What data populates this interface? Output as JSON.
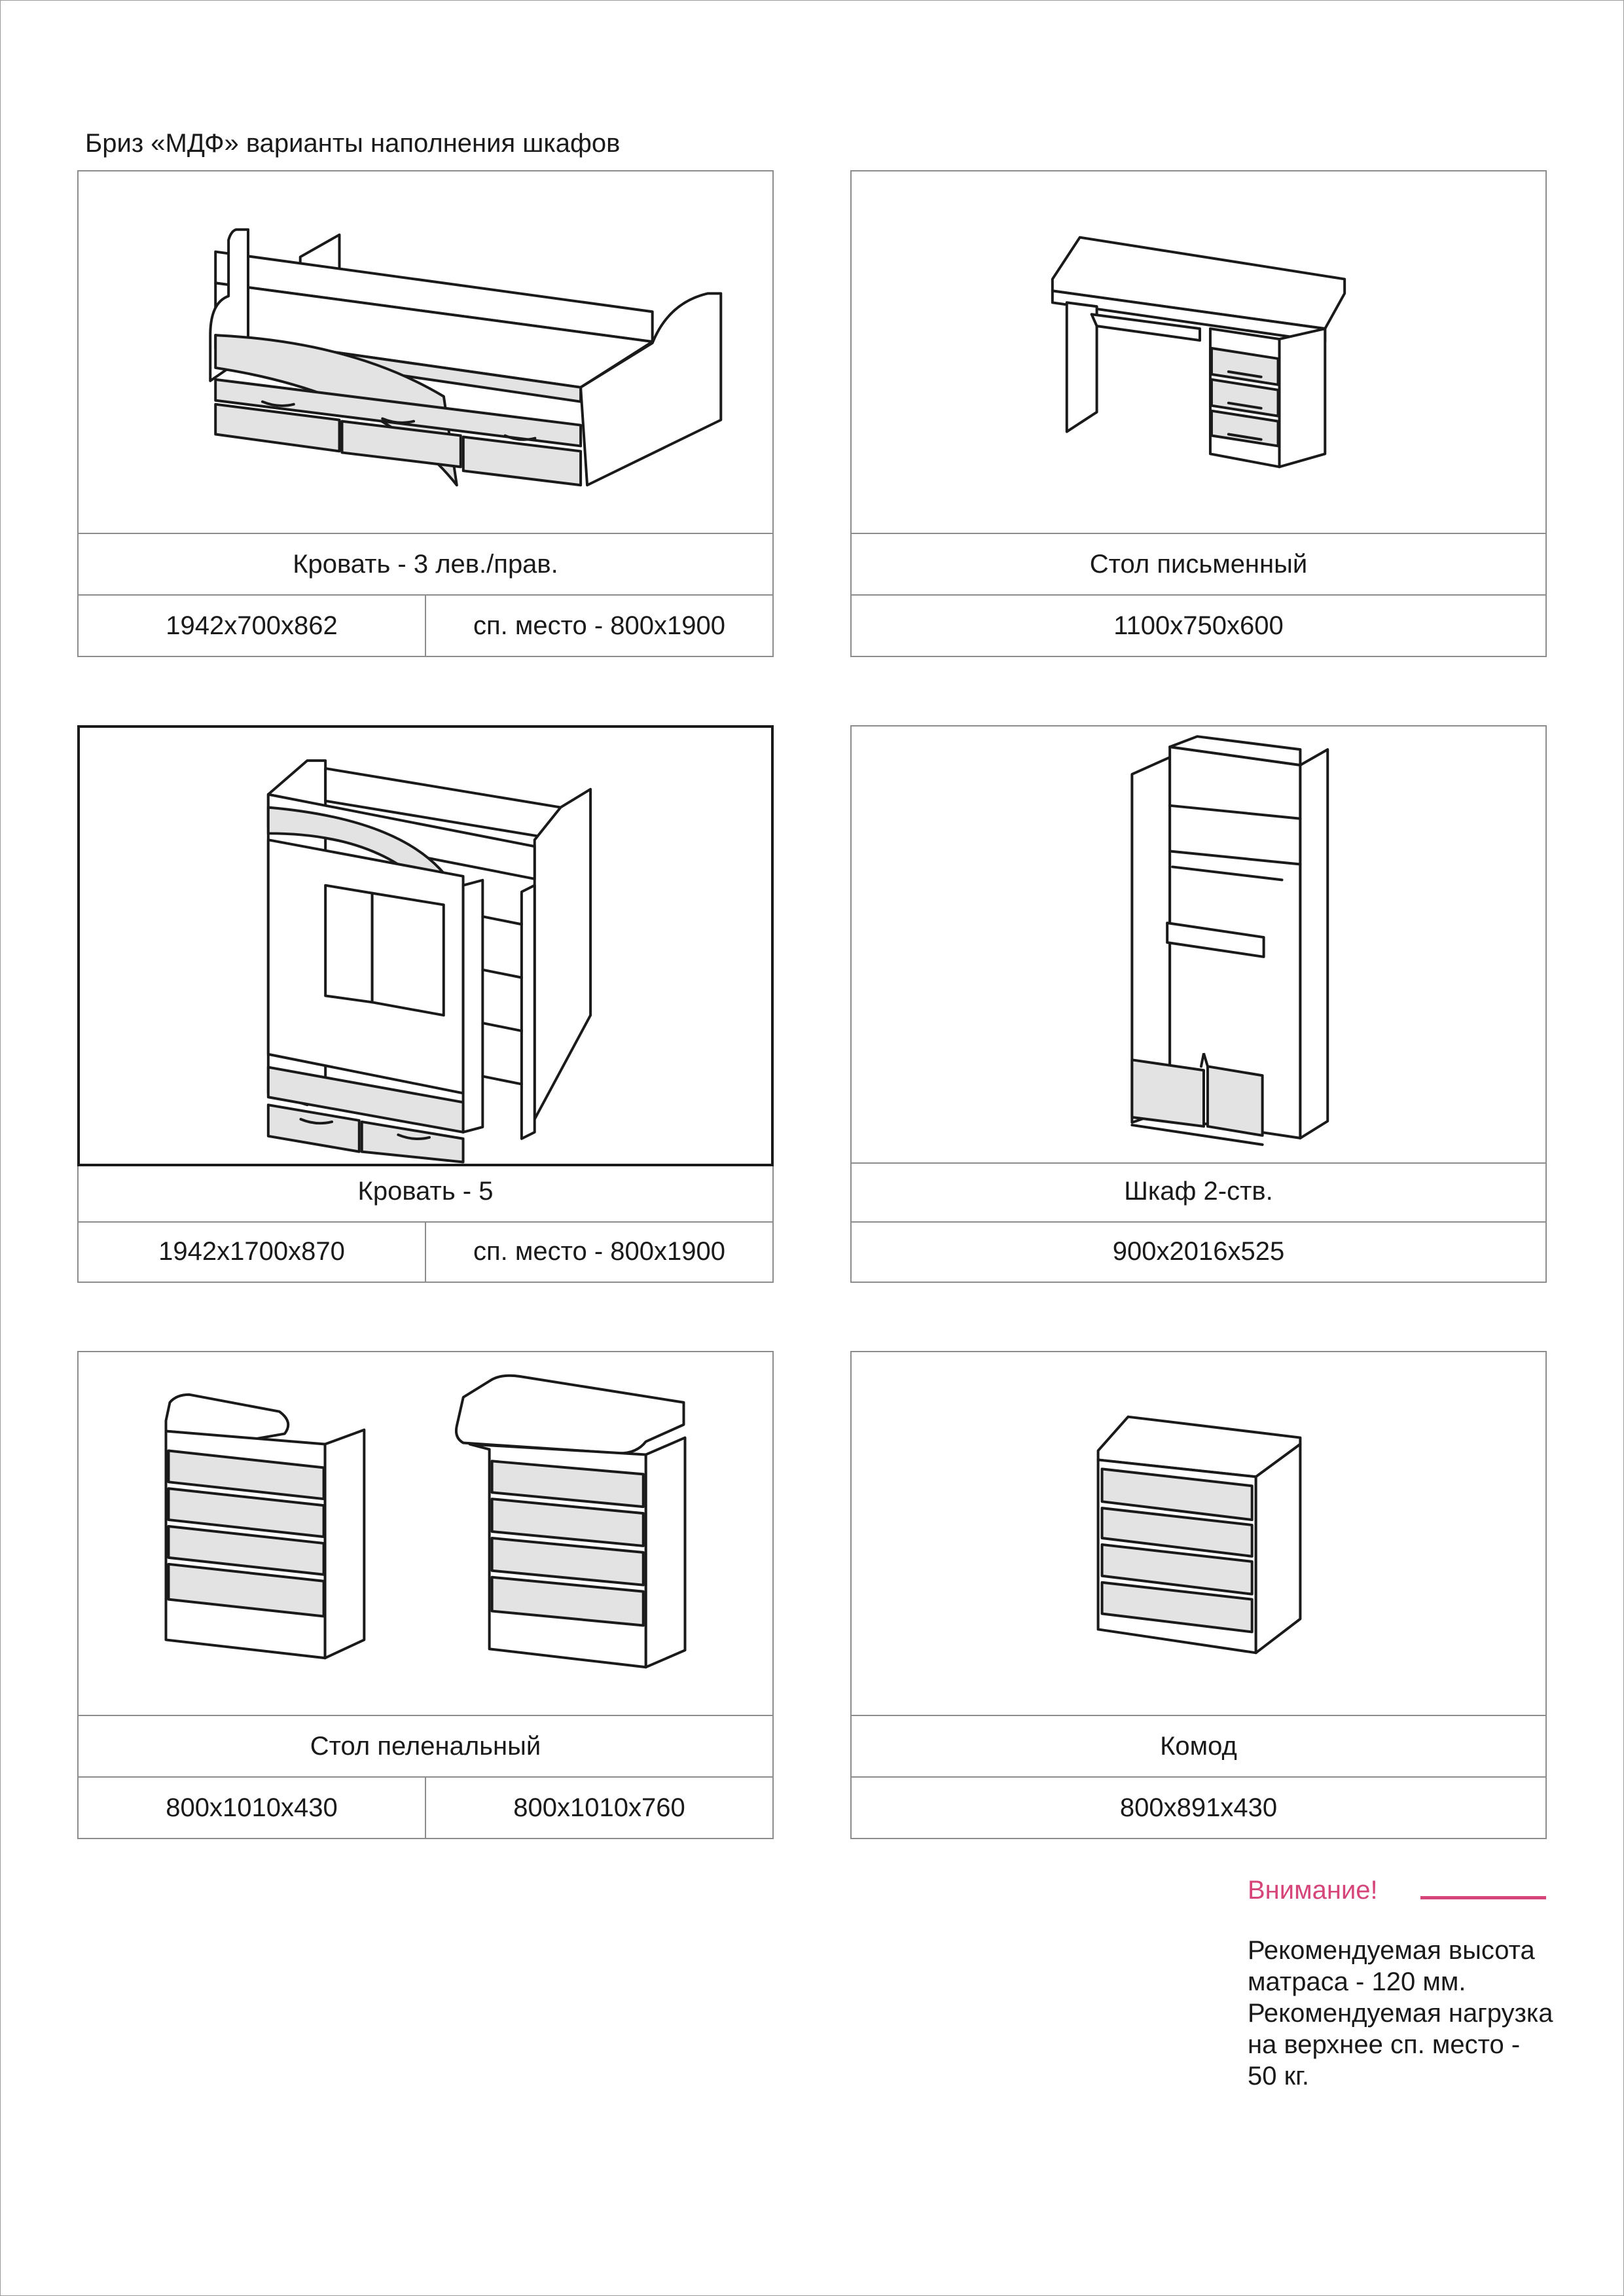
{
  "title": "Бриз «МДФ» варианты наполнения шкафов",
  "items": [
    {
      "name": "Кровать - 3  лев./прав.",
      "dims": [
        "1942x700x862",
        "сп. место - 800x1900"
      ]
    },
    {
      "name": "Стол письменный",
      "dims": [
        "1100x750x600"
      ]
    },
    {
      "name": "Кровать - 5",
      "dims": [
        "1942x1700x870",
        "сп. место - 800x1900"
      ]
    },
    {
      "name": "Шкаф 2-ств.",
      "dims": [
        "900x2016x525"
      ]
    },
    {
      "name": "Стол пеленальный",
      "dims": [
        "800x1010x430",
        "800x1010x760"
      ]
    },
    {
      "name": "Комод",
      "dims": [
        "800x891x430"
      ]
    }
  ],
  "notice": {
    "heading": "Внимание!",
    "text": "Рекомендуемая высота\nматраса - 120 мм.\nРекомендуемая нагрузка\nна верхнее сп. место -\n50 кг."
  },
  "colors": {
    "accent": "#d6457a",
    "border": "#8c8c8c",
    "fill": "#e3e3e3"
  }
}
